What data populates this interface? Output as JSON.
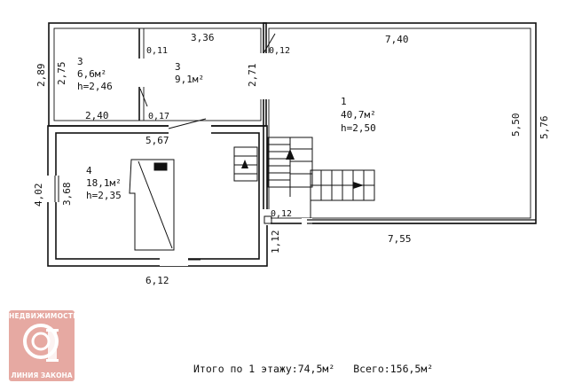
{
  "rooms": {
    "r1": {
      "num": "1",
      "area": "40,7м²",
      "height": "h=2,50"
    },
    "r3a": {
      "num": "3",
      "area": "6,6м²",
      "height": "h=2,46"
    },
    "r3b": {
      "num": "3",
      "area": "9,1м²"
    },
    "r4": {
      "num": "4",
      "area": "18,1м²",
      "height": "h=2,35"
    }
  },
  "dimensions": {
    "d336": "3,36",
    "d740": "7,40",
    "d011": "0,11",
    "d012_top": "0,12",
    "d289": "2,89",
    "d275": "2,75",
    "d271": "2,71",
    "d240": "2,40",
    "d017": "0,17",
    "d567": "5,67",
    "d550": "5,50",
    "d576": "5,76",
    "d402": "4,02",
    "d368": "3,68",
    "d012_bot": "0,12",
    "d112": "1,12",
    "d755": "7,55",
    "d612": "6,12"
  },
  "totals": {
    "floor": "Итого по 1 этажу:74,5м²",
    "all": "Всего:156,5м²"
  },
  "logo": {
    "top": "НЕДВИЖИМОСТЬ",
    "bottom": "ЛИНИЯ ЗАКОНА"
  }
}
